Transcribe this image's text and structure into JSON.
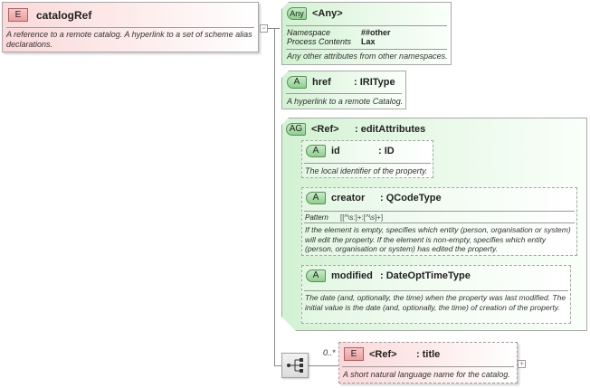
{
  "root": {
    "badge": "E",
    "name": "catalogRef",
    "description": "A reference to a remote catalog. A hyperlink to a set of scheme alias declarations."
  },
  "any_attr": {
    "badge": "Any",
    "name": "<Any>",
    "props": [
      {
        "key": "Namespace",
        "value": "##other"
      },
      {
        "key": "Process Contents",
        "value": "Lax"
      }
    ],
    "description": "Any other attributes from other namespaces."
  },
  "href_attr": {
    "badge": "A",
    "name": "href",
    "type": ": IRIType",
    "description": "A hyperlink to a remote Catalog."
  },
  "attr_group": {
    "badge": "AG",
    "name": "<Ref>",
    "type": ": editAttributes",
    "attributes": [
      {
        "badge": "A",
        "name": "id",
        "type": ": ID",
        "description": "The local identifier of the property."
      },
      {
        "badge": "A",
        "name": "creator",
        "type": ": QCodeType",
        "pattern_label": "Pattern",
        "pattern_value": "[[^\\s:]+:[^\\s]+]",
        "description": "If the element is empty, specifies which entity (person, organisation or system) will edit the property. If the element is non-empty, specifies which entity (person, organisation or system) has edited the property."
      },
      {
        "badge": "A",
        "name": "modified",
        "type": ": DateOptTimeType",
        "description": "The date (and, optionally, the time) when the property was last modified. The initial value is the date (and, optionally, the time) of creation of the property."
      }
    ]
  },
  "sequence": {
    "icon": "sequence-icon",
    "cardinality": "0..*"
  },
  "title_el": {
    "badge": "E",
    "name": "<Ref>",
    "type": ": title",
    "description": "A short natural language name for the catalog.",
    "expand": "+"
  },
  "root_collapse": "−"
}
